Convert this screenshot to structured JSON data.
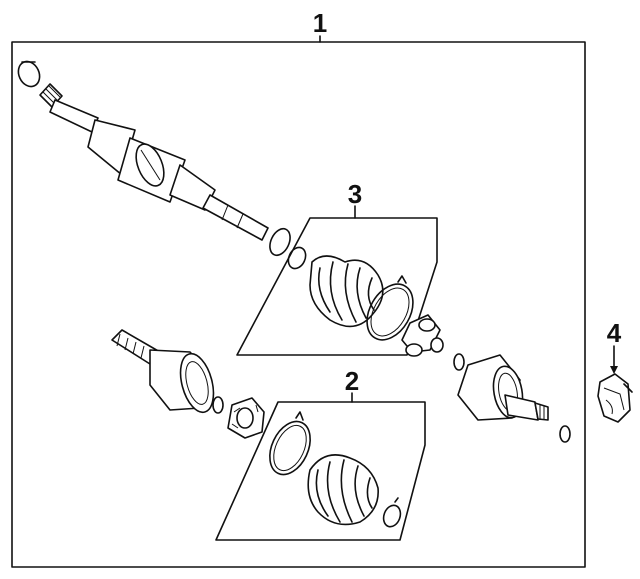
{
  "callouts": {
    "assembly": "1",
    "inner_boot_kit": "2",
    "outer_boot_kit": "3",
    "clip": "4"
  }
}
